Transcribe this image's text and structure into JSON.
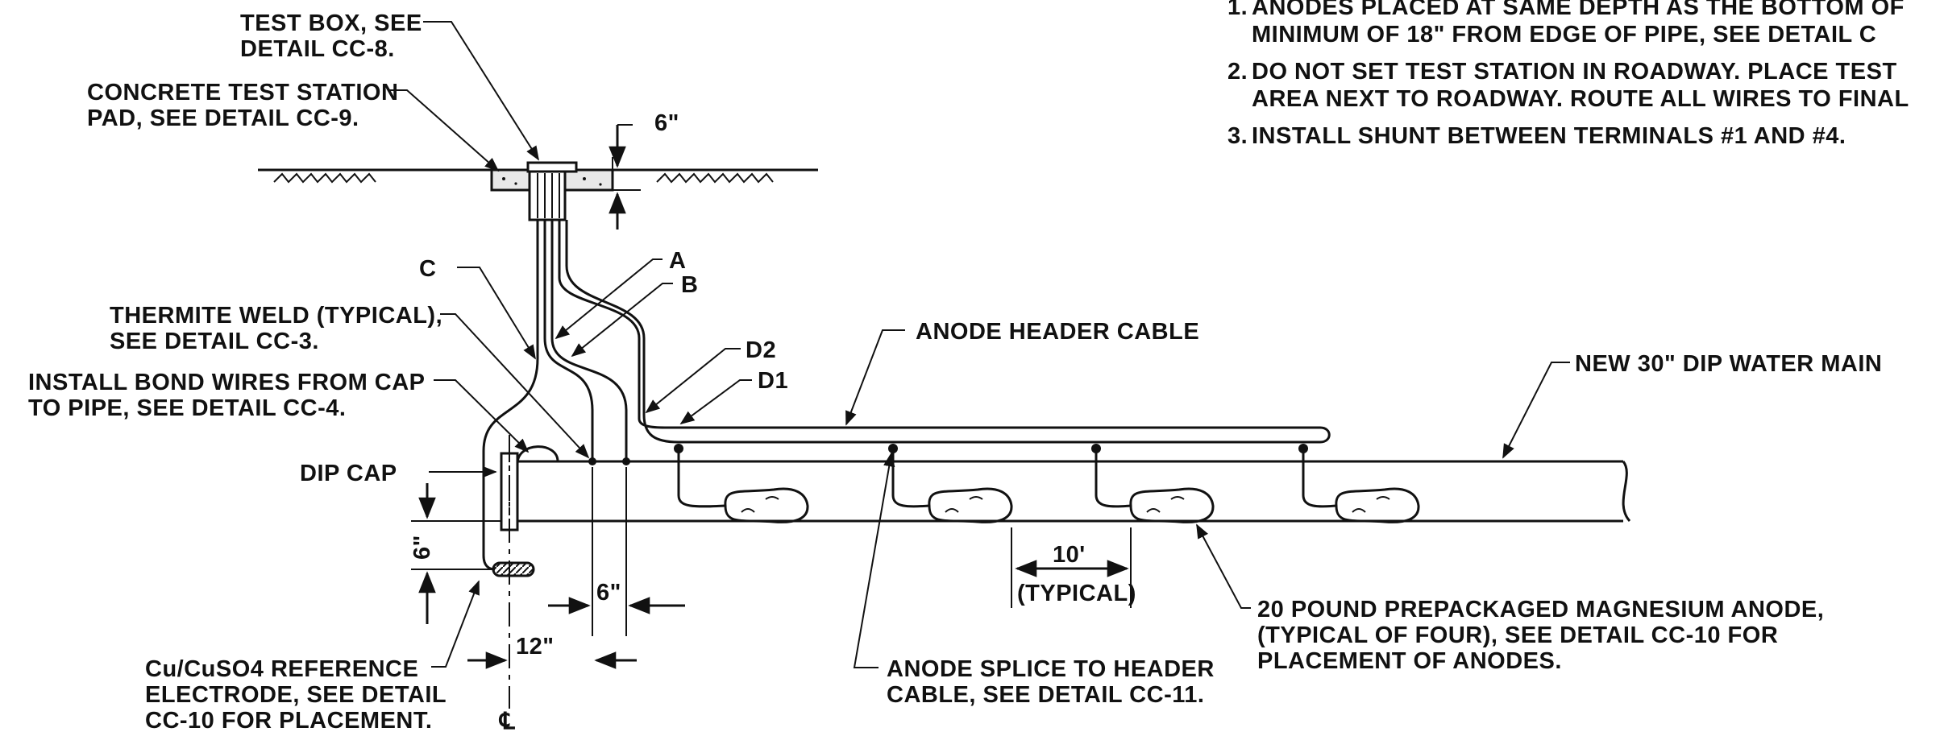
{
  "notes": [
    {
      "num": "1.",
      "lines": [
        "ANODES PLACED AT SAME DEPTH AS THE BOTTOM OF",
        "MINIMUM OF 18\" FROM EDGE OF PIPE, SEE DETAIL C"
      ]
    },
    {
      "num": "2.",
      "lines": [
        "DO NOT SET TEST STATION IN ROADWAY. PLACE TEST",
        "AREA NEXT TO ROADWAY. ROUTE ALL WIRES TO FINAL"
      ]
    },
    {
      "num": "3.",
      "lines": [
        "INSTALL SHUNT BETWEEN TERMINALS #1 AND #4."
      ]
    }
  ],
  "labels": {
    "test_box": [
      "TEST BOX, SEE",
      "DETAIL CC-8."
    ],
    "concrete_pad": [
      "CONCRETE TEST STATION",
      "PAD, SEE DETAIL CC-9."
    ],
    "wire_c": "C",
    "wire_a": "A",
    "wire_b": "B",
    "wire_d2": "D2",
    "wire_d1": "D1",
    "thermite_weld": [
      "THERMITE WELD (TYPICAL),",
      "SEE DETAIL CC-3."
    ],
    "bond_wires": [
      "INSTALL BOND WIRES FROM CAP",
      "TO PIPE, SEE DETAIL CC-4."
    ],
    "dip_cap": "DIP CAP",
    "anode_header_cable": "ANODE HEADER CABLE",
    "water_main": "NEW 30\" DIP WATER MAIN",
    "reference_electrode": [
      "Cu/CuSO4 REFERENCE",
      "ELECTRODE, SEE DETAIL",
      "CC-10 FOR PLACEMENT."
    ],
    "anode_splice": [
      "ANODE SPLICE TO HEADER",
      "CABLE, SEE DETAIL CC-11."
    ],
    "magnesium_anode": [
      "20 POUND PREPACKAGED MAGNESIUM ANODE,",
      "(TYPICAL OF FOUR), SEE DETAIL CC-10 FOR",
      "PLACEMENT OF ANODES."
    ],
    "centerline": "℄"
  },
  "dimensions": {
    "pad_depth": "6\"",
    "electrode_offset_vertical": "6\"",
    "weld_spacing": "6\"",
    "electrode_offset_horizontal": "12\"",
    "anode_spacing": "10'",
    "anode_spacing_note": "(TYPICAL)"
  }
}
